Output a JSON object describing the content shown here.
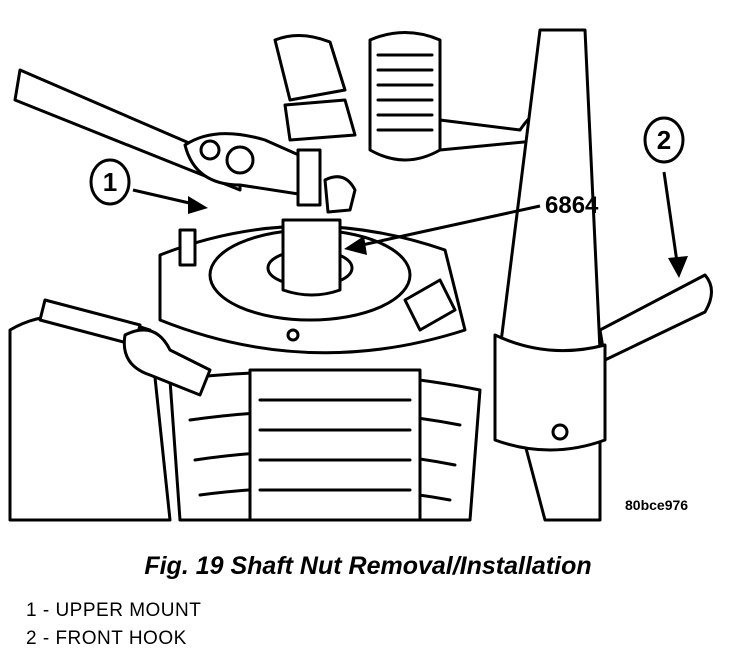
{
  "figure": {
    "callout_1": "1",
    "callout_2": "2",
    "tool_number": "6864",
    "image_code": "80bce976"
  },
  "caption": "Fig. 19 Shaft Nut Removal/Installation",
  "legend": [
    {
      "text": "1 - UPPER MOUNT"
    },
    {
      "text": "2 - FRONT HOOK"
    }
  ]
}
